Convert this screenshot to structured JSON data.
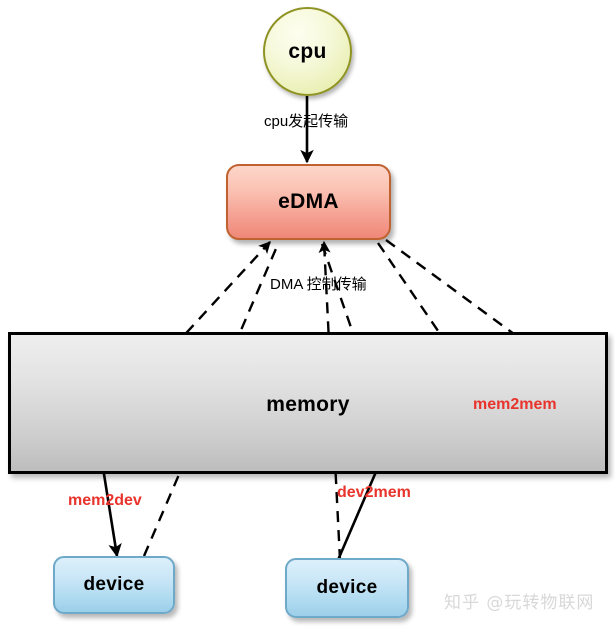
{
  "diagram": {
    "title": "eDMA transfer diagram",
    "nodes": {
      "cpu": {
        "label": "cpu",
        "shape": "ellipse",
        "color": "#e9efb2",
        "border": "#8f9324"
      },
      "edma": {
        "label": "eDMA",
        "shape": "rounded-rect",
        "color": "#f5a294",
        "border": "#bf6230"
      },
      "memory": {
        "label": "memory",
        "shape": "rect",
        "color": "#cfcfcf",
        "border": "#000000"
      },
      "device_left": {
        "label": "device",
        "shape": "rounded-rect",
        "color": "#aedaf0",
        "border": "#6fa9c9"
      },
      "device_right": {
        "label": "device",
        "shape": "rounded-rect",
        "color": "#aedaf0",
        "border": "#6fa9c9"
      }
    },
    "edge_labels": {
      "cpu_transfer": "cpu发起传输",
      "dma_control": "DMA 控制传输"
    },
    "flow_labels": {
      "mem2dev": "mem2dev",
      "dev2mem": "dev2mem",
      "mem2mem": "mem2mem",
      "color": "#e8342c"
    },
    "watermark": "知乎 @玩转物联网"
  }
}
